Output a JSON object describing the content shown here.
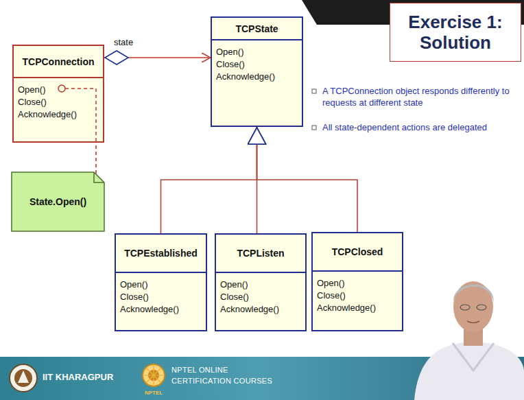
{
  "diagram": {
    "title": "Exercise 1: Solution",
    "nodes": [
      {
        "text": [
          "TCPConnection",
          "Open()",
          "Close()",
          "Acknowledge()"
        ]
      },
      {
        "text": [
          "TCPState",
          "Open()",
          "Close()",
          "Acknowledge()"
        ]
      },
      {
        "text": [
          "TCPEstablished",
          "Open()",
          "Close()",
          "Acknowledge()"
        ]
      },
      {
        "text": [
          "TCPListen",
          "Open()",
          "Close()",
          "Acknowledge()"
        ]
      },
      {
        "text": [
          "TCPClosed",
          "Open()",
          "Close()",
          "Acknowledge()"
        ]
      },
      {
        "text": [
          "State.Open()"
        ]
      }
    ],
    "edges": [
      {
        "from": 0,
        "to": 1,
        "arrow": "to",
        "label": "state"
      },
      {
        "from": 2,
        "to": 1,
        "arrow": "to"
      },
      {
        "from": 3,
        "to": 1,
        "arrow": "to"
      },
      {
        "from": 4,
        "to": 1,
        "arrow": "to"
      },
      {
        "from": 5,
        "to": 0,
        "arrow": "none"
      }
    ],
    "labels": [
      "A TCPConnection object responds differently to requests at different state",
      "All state-dependent actions are delegated",
      "IIT KHARAGPUR",
      "NPTEL ONLINE",
      "CERTIFICATION COURSES",
      "NPTEL"
    ]
  }
}
